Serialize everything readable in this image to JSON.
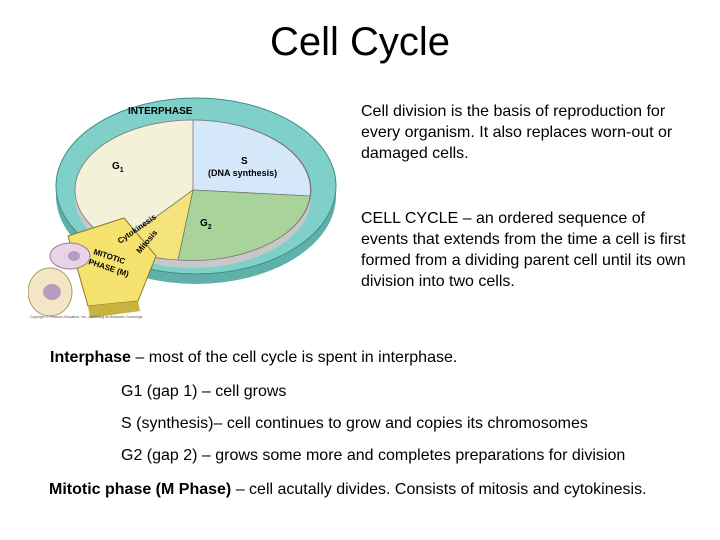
{
  "title": "Cell Cycle",
  "diagram": {
    "interphase": "INTERPHASE",
    "g1": "G",
    "g1_sub": "1",
    "s": "S",
    "s_desc": "(DNA synthesis)",
    "g2": "G",
    "g2_sub": "2",
    "cytokinesis": "Cytokinesis",
    "mitosis": "Mitosis",
    "mitotic": "MITOTIC",
    "phase_m": "PHASE (M)",
    "copyright": "Copyright © Pearson Education, Inc., publishing as Benjamin Cummings."
  },
  "right": {
    "para1": "Cell division is the basis of reproduction for every organism.  It also replaces worn-out or damaged cells.",
    "cc_term": "CELL CYCLE",
    "cc_def": " – an ordered sequence of events that extends from the time a cell is first formed from a dividing parent cell until its own division into two cells."
  },
  "interphase": {
    "term": "Interphase",
    "def": " – most of the cell cycle is spent in interphase."
  },
  "g1": "G1 (gap 1) – cell grows",
  "s": "S (synthesis)– cell continues to grow and copies its chromosomes",
  "g2": "G2 (gap 2) – grows some more and completes preparations for division",
  "mitotic": {
    "term": "Mitotic phase (M Phase)",
    "def": " – cell acutally divides.  Consists of mitosis and cytokinesis."
  }
}
